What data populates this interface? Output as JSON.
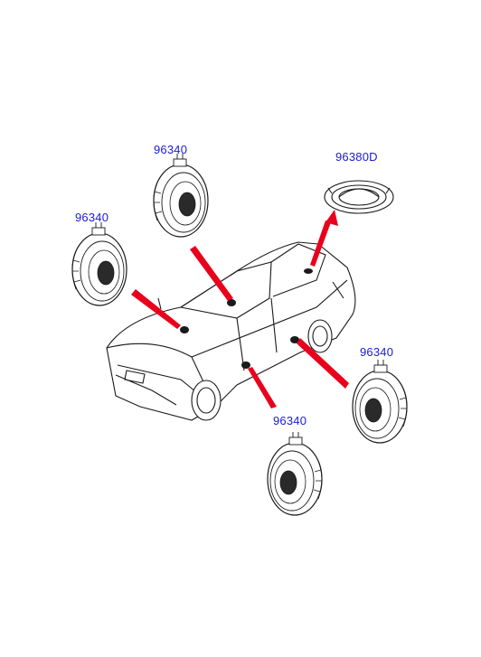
{
  "labels": {
    "front_door_speaker_upper": "96340",
    "front_door_speaker_left": "96340",
    "rear_shelf_speaker": "96380D",
    "rear_door_speaker_right": "96340",
    "front_door_speaker_lower": "96340"
  },
  "colors": {
    "label": "#1a1ad6",
    "pointer": "#e8001c",
    "line": "#1a1a1a"
  },
  "icons": [
    "speaker-icon",
    "tweeter-icon",
    "sedan-outline-icon"
  ]
}
